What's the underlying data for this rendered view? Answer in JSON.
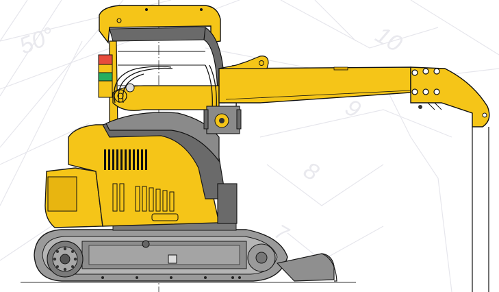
{
  "range_diagram": {
    "labels": [
      "50°",
      "10",
      "9",
      "8",
      "7"
    ]
  },
  "colors": {
    "body_yellow": "#f5c518",
    "body_yellow_shade": "#e0a900",
    "dark_grey": "#5c5c5c",
    "mid_grey": "#8a8a8a",
    "track_grey": "#9c9c9c",
    "outline": "#1a1a1a",
    "background_lines": "#ececf0",
    "light_red": "#e74c3c",
    "light_amber": "#f39c12",
    "light_green": "#27ae60"
  },
  "machine": {
    "type": "mini crawler crane side view",
    "warning_light": [
      "red",
      "amber",
      "green"
    ]
  }
}
